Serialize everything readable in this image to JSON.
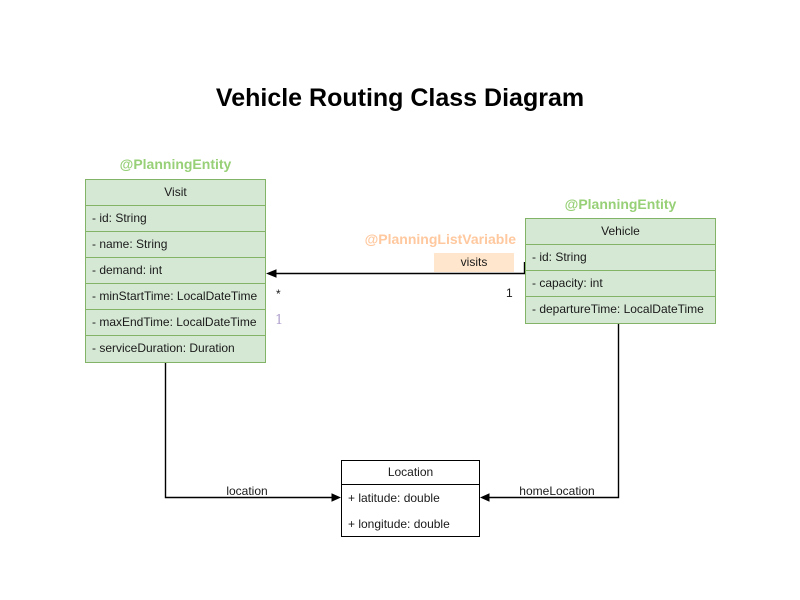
{
  "title": "Vehicle Routing Class Diagram",
  "colors": {
    "class_fill_green": "#d5e8d4",
    "class_stroke_green": "#82b366",
    "annotation_green": "#97d077",
    "annotation_orange": "#ffc89e",
    "edge_label_bg": "#ffe6cc",
    "multiplicity_purple": "#b0a0cc",
    "location_stroke": "#000000"
  },
  "annotations": {
    "visit_entity": "@PlanningEntity",
    "vehicle_entity": "@PlanningEntity",
    "list_variable": "@PlanningListVariable"
  },
  "classes": {
    "visit": {
      "name": "Visit",
      "attributes": [
        "- id: String",
        "- name: String",
        "- demand: int",
        "- minStartTime: LocalDateTime",
        "- maxEndTime: LocalDateTime",
        "- serviceDuration: Duration"
      ]
    },
    "vehicle": {
      "name": "Vehicle",
      "attributes": [
        "- id: String",
        "- capacity: int",
        "- departureTime: LocalDateTime"
      ]
    },
    "location": {
      "name": "Location",
      "attributes": [
        "+ latitude: double",
        "+ longitude: double"
      ]
    }
  },
  "edges": {
    "visits": {
      "label": "visits",
      "target_multiplicity": "*",
      "source_multiplicity": "1",
      "extra_purple_label": "1"
    },
    "location": {
      "label": "location"
    },
    "home_location": {
      "label": "homeLocation"
    }
  }
}
